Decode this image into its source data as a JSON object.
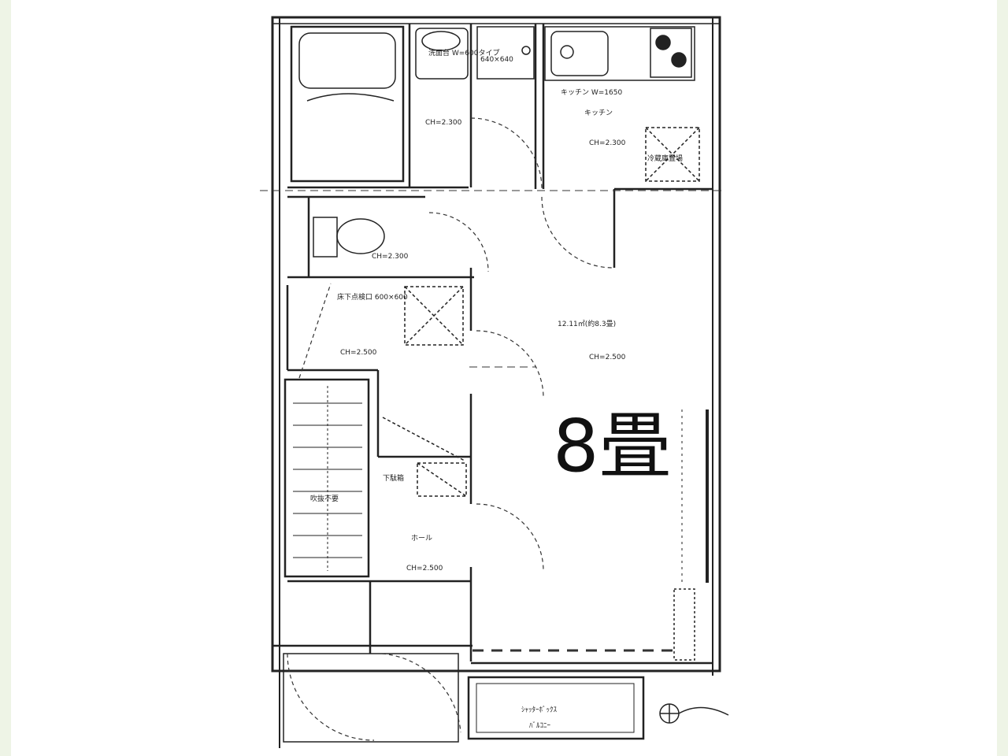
{
  "plan": {
    "main_room_size": "8畳",
    "rooms": {
      "western_room": {
        "area": "12.11㎡(約8.3畳)",
        "ceiling": "CH=2.500"
      },
      "kitchen": {
        "name": "キッチン",
        "ceiling": "CH=2.300",
        "note": "キッチン W=1650"
      },
      "washroom": {
        "ceiling": "CH=2.300",
        "vanity": "洗面台 W=600タイプ"
      },
      "washer_pan": {
        "size": "640×640"
      },
      "toilet": {
        "ceiling": "CH=2.300"
      },
      "closet": {
        "ceiling": "CH=2.500",
        "hatch": "床下点検口 600×600"
      },
      "hall": {
        "name": "ホール",
        "ceiling": "CH=2.500"
      },
      "storage": {
        "name": "下駄箱"
      },
      "refrigerator": {
        "label": "冷蔵庫置場"
      },
      "stairs": {
        "label": "吹抜不要"
      },
      "balcony": {
        "line1": "ｼｬｯﾀｰﾎﾞｯｸｽ",
        "line2": "ﾊﾞﾙｺﾆｰ"
      }
    }
  },
  "colors": {
    "frame": "#eef4e6",
    "line": "#222222"
  }
}
